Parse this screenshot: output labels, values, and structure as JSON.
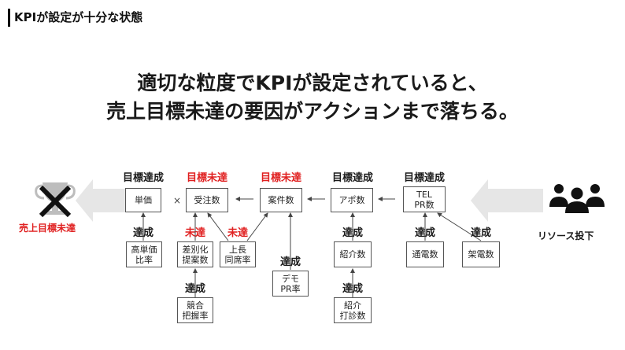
{
  "header": {
    "title": "KPIが設定が十分な状態"
  },
  "headline": {
    "line1": "適切な粒度でKPIが設定されていると、",
    "line2": "売上目標未達の要因がアクションまで落ちる。"
  },
  "left_goal": {
    "label": "売上目標未達",
    "icon": "x-mark-trophy-icon"
  },
  "right_source": {
    "label": "リソース投下",
    "icon": "people-group-icon"
  },
  "status": {
    "achieved": "達成",
    "missed": "未達",
    "goal_achieved": "目標達成",
    "goal_missed": "目標未達"
  },
  "operator": {
    "times": "×"
  },
  "top_row": [
    {
      "id": "unit_price",
      "lines": [
        "単価"
      ],
      "status_label": "目標達成"
    },
    {
      "id": "orders",
      "lines": [
        "受注数"
      ],
      "status_label": "目標未達"
    },
    {
      "id": "deals",
      "lines": [
        "案件数"
      ],
      "status_label": "目標未達"
    },
    {
      "id": "appointments",
      "lines": [
        "アポ数"
      ],
      "status_label": "目標達成"
    },
    {
      "id": "tel_pr",
      "lines": [
        "TEL",
        "PR数"
      ],
      "status_label": "目標達成"
    }
  ],
  "sub_boxes": [
    {
      "id": "high_price_ratio",
      "lines": [
        "高単価",
        "比率"
      ],
      "status_label": "達成"
    },
    {
      "id": "differentiated",
      "lines": [
        "差別化",
        "提案数"
      ],
      "status_label": "未達"
    },
    {
      "id": "exec_attend",
      "lines": [
        "上長",
        "同席率"
      ],
      "status_label": "未達"
    },
    {
      "id": "demo_pr",
      "lines": [
        "デモ",
        "PR率"
      ],
      "status_label": "達成"
    },
    {
      "id": "referrals",
      "lines": [
        "紹介数"
      ],
      "status_label": "達成"
    },
    {
      "id": "calls",
      "lines": [
        "通電数"
      ],
      "status_label": "達成"
    },
    {
      "id": "calls_made",
      "lines": [
        "架電数"
      ],
      "status_label": "達成"
    },
    {
      "id": "competitor",
      "lines": [
        "競合",
        "把握率"
      ],
      "status_label": "達成"
    },
    {
      "id": "referral_sound",
      "lines": [
        "紹介",
        "打診数"
      ],
      "status_label": "達成"
    }
  ],
  "colors": {
    "achieved": "#1a1a1a",
    "missed": "#e02020",
    "arrow_gray": "#e6e6e6"
  }
}
